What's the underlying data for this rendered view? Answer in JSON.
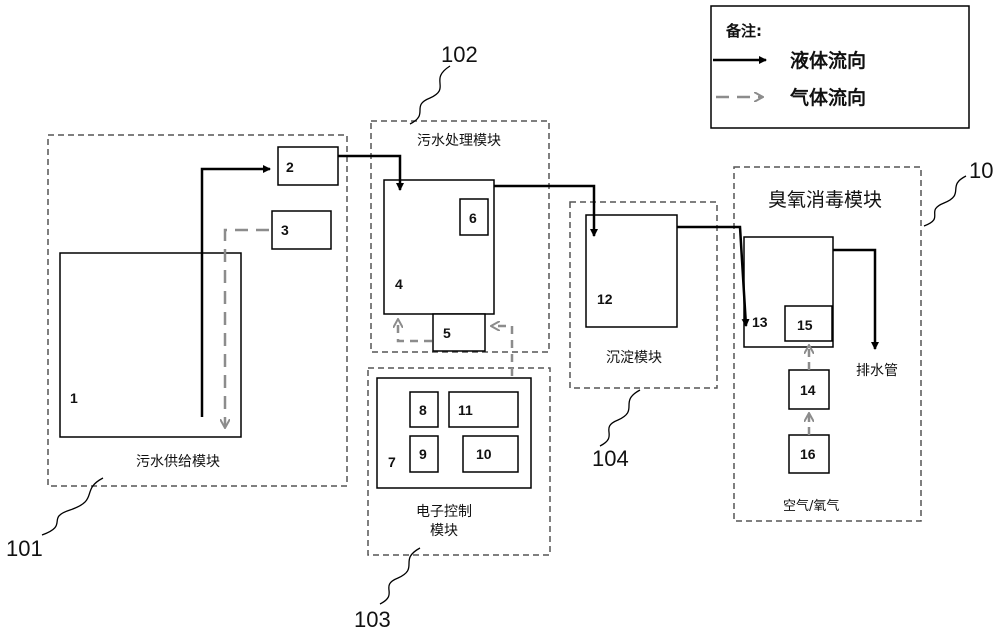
{
  "legend": {
    "title": "备注:",
    "liquid_label": "液体流向",
    "gas_label": "气体流向"
  },
  "modules": {
    "supply": {
      "label": "污水供给模块",
      "ref": "101"
    },
    "treatment": {
      "label": "污水处理模块",
      "ref": "102"
    },
    "control": {
      "label_line1": "电子控制",
      "label_line2": "模块",
      "ref": "103"
    },
    "sediment": {
      "label": "沉淀模块",
      "ref": "104"
    },
    "ozone": {
      "label": "臭氧消毒模块",
      "ref": "10"
    }
  },
  "components": {
    "c1": "1",
    "c2": "2",
    "c3": "3",
    "c4": "4",
    "c5": "5",
    "c6": "6",
    "c7": "7",
    "c8": "8",
    "c9": "9",
    "c10": "10",
    "c11": "11",
    "c12": "12",
    "c13": "13",
    "c14": "14",
    "c15": "15",
    "c16": "16"
  },
  "labels": {
    "drain": "排水管",
    "air": "空气/氧气"
  },
  "colors": {
    "liquid_arrow": "#000000",
    "gas_arrow": "#8c8c8c",
    "module_border": "#555555"
  }
}
